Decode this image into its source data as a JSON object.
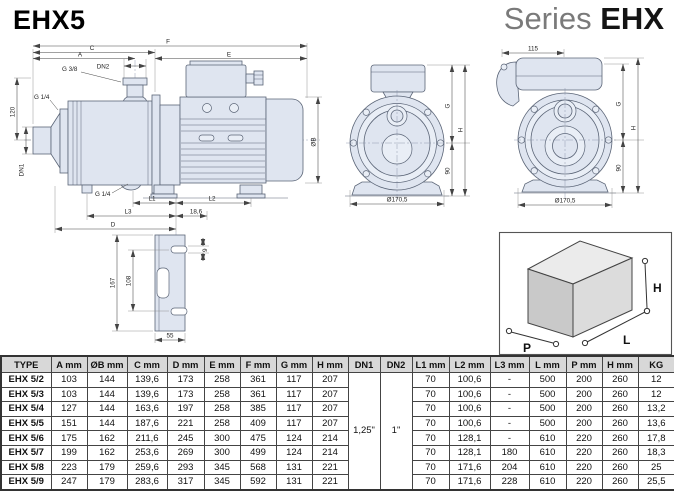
{
  "header": {
    "model": "EHX5",
    "series_prefix": "Series ",
    "series_name": "EHX"
  },
  "colors": {
    "drawing_fill": "#dfe5f0",
    "table_header_bg": "#d8d8d8",
    "series_gray": "#7a7a7a"
  },
  "drawings": {
    "side": {
      "f": "F",
      "c": "C",
      "a": "A",
      "e": "E",
      "dn2": "DN2",
      "g38": "G 3/8",
      "g14_top": "G 1/4",
      "g14_bottom": "G 1/4",
      "dim120": "120",
      "dn1": "DN1",
      "l1": "L1",
      "l2": "L2",
      "l3": "L3",
      "off": "18,6",
      "d": "D",
      "ob": "ØB"
    },
    "front1": {
      "g": "G",
      "h": "H",
      "n90": "90",
      "dia": "Ø170,5"
    },
    "front2": {
      "w115": "115",
      "g": "G",
      "h": "H",
      "n90": "90",
      "dia": "Ø170,5"
    },
    "foot": {
      "h167": "167",
      "i108": "108",
      "s9": "9",
      "w55": "55"
    },
    "box": {
      "p": "P",
      "l": "L",
      "h": "H"
    }
  },
  "table": {
    "headers": [
      "TYPE",
      "A mm",
      "ØB mm",
      "C mm",
      "D mm",
      "E mm",
      "F mm",
      "G mm",
      "H mm",
      "DN1",
      "DN2",
      "L1 mm",
      "L2 mm",
      "L3 mm",
      "L mm",
      "P mm",
      "H mm",
      "KG"
    ],
    "dn1": "1,25\"",
    "dn2": "1\"",
    "rows": [
      {
        "cells": [
          "EHX 5/2",
          "103",
          "144",
          "139,6",
          "173",
          "258",
          "361",
          "117",
          "207",
          "70",
          "100,6",
          "-",
          "500",
          "200",
          "260",
          "12"
        ]
      },
      {
        "cells": [
          "EHX 5/3",
          "103",
          "144",
          "139,6",
          "173",
          "258",
          "361",
          "117",
          "207",
          "70",
          "100,6",
          "-",
          "500",
          "200",
          "260",
          "12"
        ]
      },
      {
        "cells": [
          "EHX 5/4",
          "127",
          "144",
          "163,6",
          "197",
          "258",
          "385",
          "117",
          "207",
          "70",
          "100,6",
          "-",
          "500",
          "200",
          "260",
          "13,2"
        ]
      },
      {
        "cells": [
          "EHX 5/5",
          "151",
          "144",
          "187,6",
          "221",
          "258",
          "409",
          "117",
          "207",
          "70",
          "100,6",
          "-",
          "500",
          "200",
          "260",
          "13,6"
        ]
      },
      {
        "cells": [
          "EHX 5/6",
          "175",
          "162",
          "211,6",
          "245",
          "300",
          "475",
          "124",
          "214",
          "70",
          "128,1",
          "-",
          "610",
          "220",
          "260",
          "17,8"
        ]
      },
      {
        "cells": [
          "EHX 5/7",
          "199",
          "162",
          "253,6",
          "269",
          "300",
          "499",
          "124",
          "214",
          "70",
          "128,1",
          "180",
          "610",
          "220",
          "260",
          "18,3"
        ]
      },
      {
        "cells": [
          "EHX 5/8",
          "223",
          "179",
          "259,6",
          "293",
          "345",
          "568",
          "131",
          "221",
          "70",
          "171,6",
          "204",
          "610",
          "220",
          "260",
          "25"
        ]
      },
      {
        "cells": [
          "EHX 5/9",
          "247",
          "179",
          "283,6",
          "317",
          "345",
          "592",
          "131",
          "221",
          "70",
          "171,6",
          "228",
          "610",
          "220",
          "260",
          "25,5"
        ]
      }
    ]
  }
}
